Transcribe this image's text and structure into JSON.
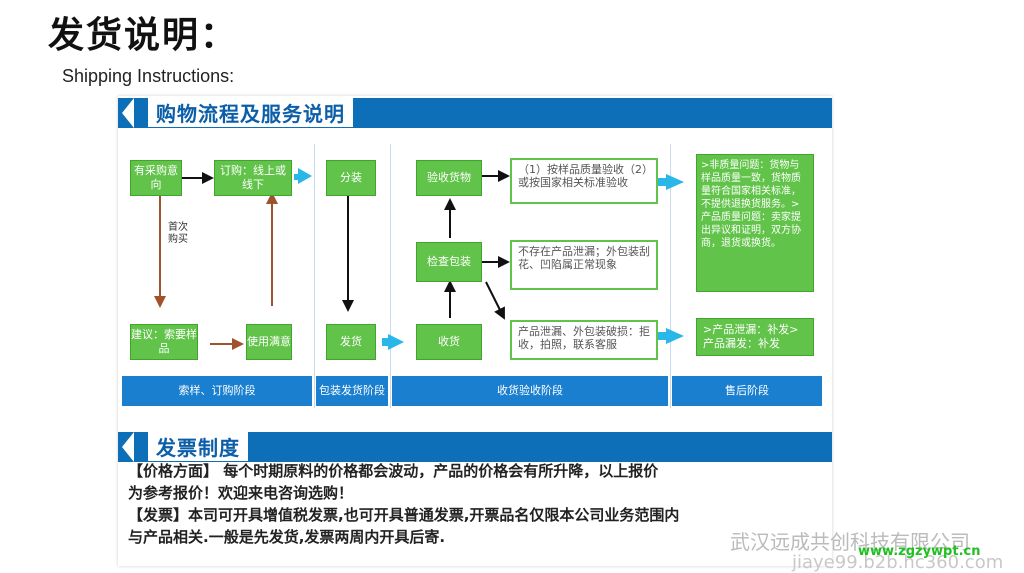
{
  "page": {
    "title": "发货说明：",
    "subtitle": "Shipping Instructions:"
  },
  "flow": {
    "header": "购物流程及服务说明",
    "boxes": {
      "intent": "有采购意向",
      "order": "订购：线上或线下",
      "sample": "建议：索要样品",
      "satisfied": "使用满意",
      "first_buy": "首次购买",
      "pack": "分装",
      "ship": "发货",
      "verify": "验收货物",
      "inspect": "检查包装",
      "receive": "收货"
    },
    "notes": {
      "verify_note": "（1）按样品质量验收（2）或按国家相关标准验收",
      "inspect_note": "不存在产品泄漏；外包装刮花、凹陷属正常现象",
      "receive_note": "产品泄漏、外包装破损：拒收，拍照，联系客服"
    },
    "after_sales": {
      "quality_block": ">非质量问题：货物与样品质量一致，货物质量符合国家相关标准，不提供退换货服务。>产品质量问题：卖家提出异议和证明，双方协商，退货或换货。",
      "leak_block": ">产品泄漏：补发>产品漏发：补发"
    },
    "stages": [
      "索样、订购阶段",
      "包装发货阶段",
      "收货验收阶段",
      "售后阶段"
    ]
  },
  "invoice": {
    "header": "发票制度",
    "line1": "【价格方面】 每个时期原料的价格都会波动，产品的价格会有所升降，以上报价",
    "line2": "为参考报价！欢迎来电咨询选购！",
    "line3": "【发票】本司可开具增值税发票,也可开具普通发票,开票品名仅限本公司业务范围内",
    "line4": "与产品相关.一般是先发货,发票两周内开具后寄."
  },
  "watermark": {
    "company": "武汉远成共创科技有限公司",
    "site": "www.zgzywpt.cn",
    "url": "jiaye99.b2b.hc360.com"
  },
  "colors": {
    "blue": "#0e6fb9",
    "green": "#62c34a",
    "arrow_cyan": "#29b6e8",
    "arrow_brown": "#a0522d"
  }
}
